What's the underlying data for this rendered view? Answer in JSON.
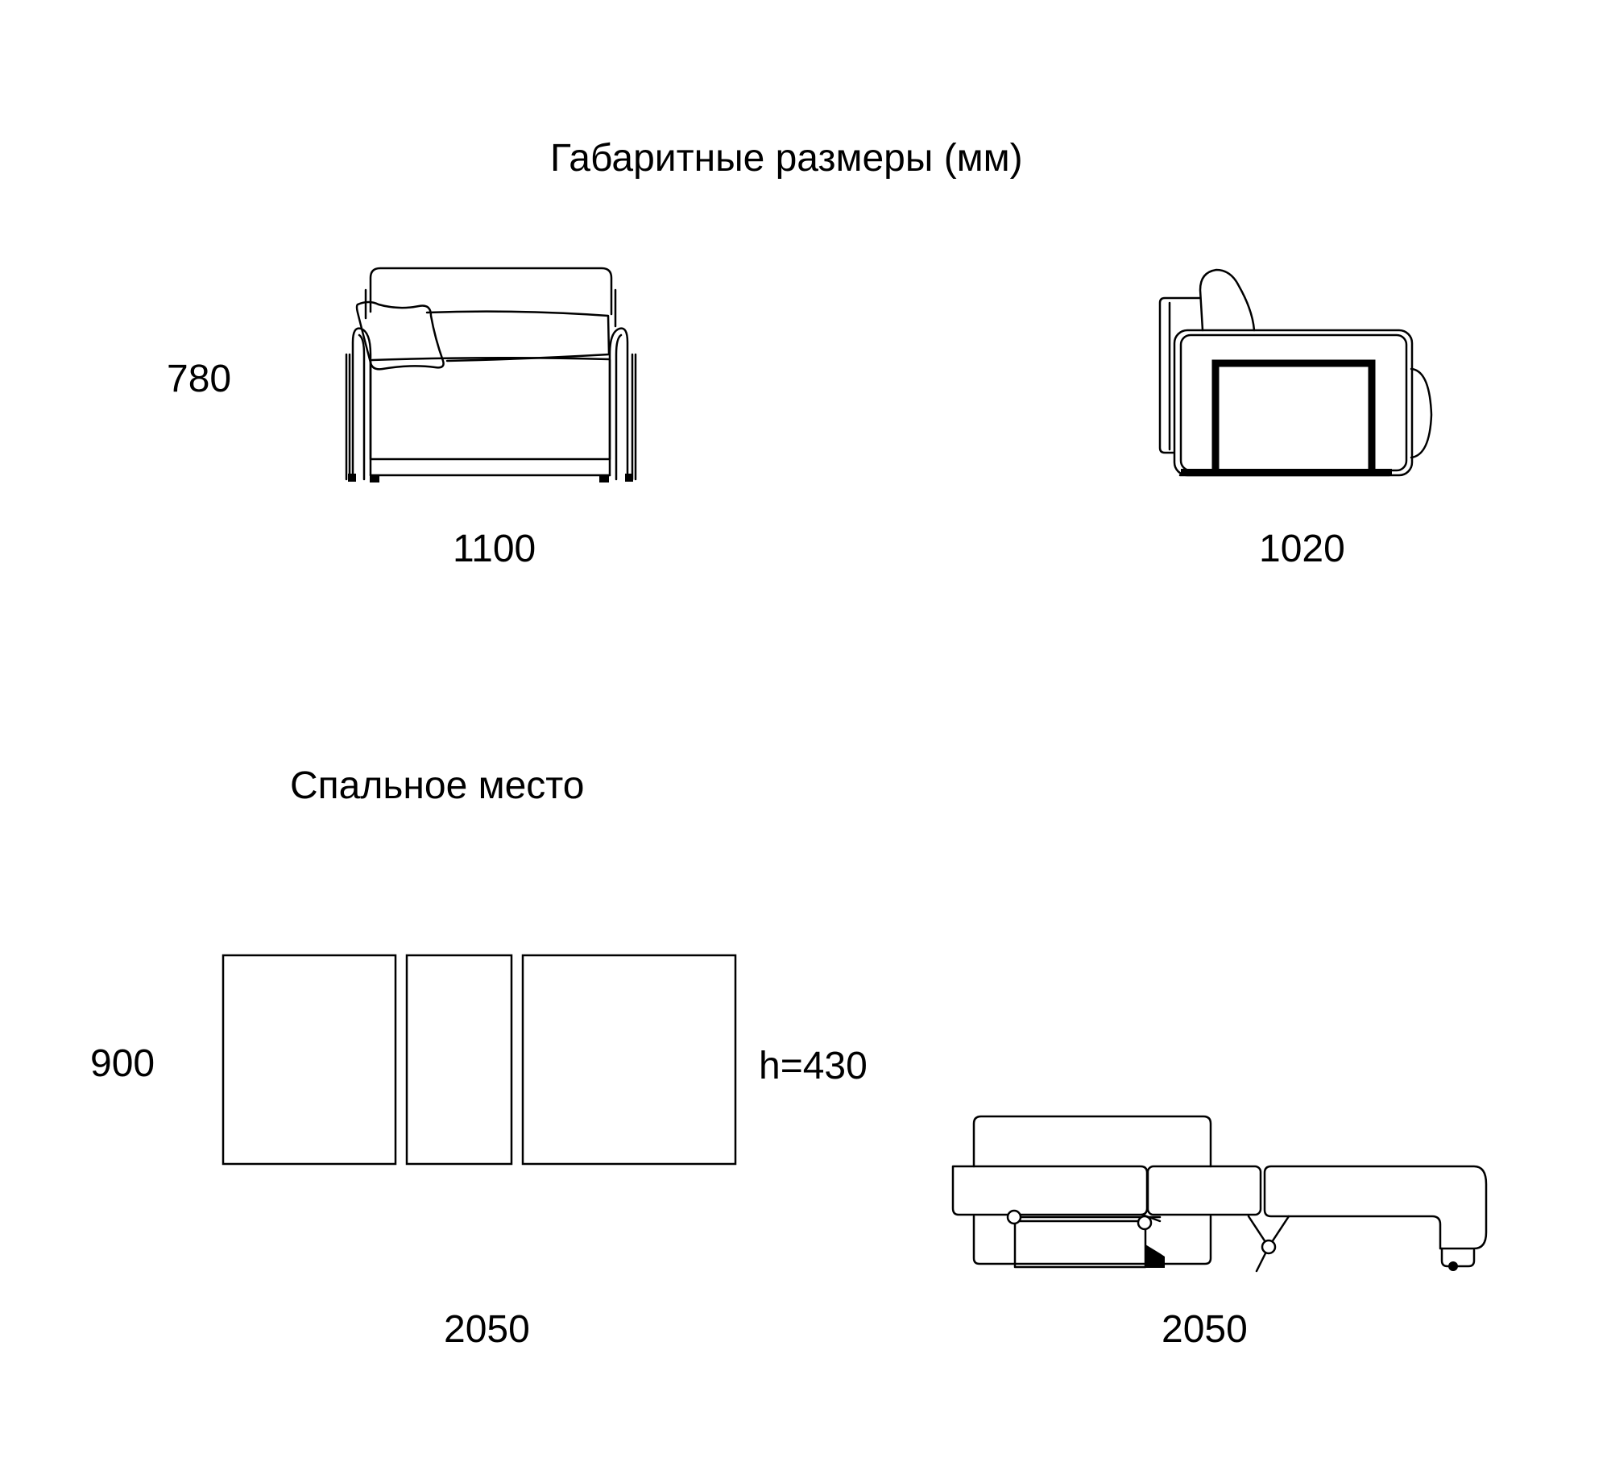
{
  "sections": {
    "overall": {
      "title": "Габаритные размеры (мм)",
      "height": "780",
      "front_width": "1100",
      "side_depth": "1020"
    },
    "sleeping": {
      "title": "Спальное место",
      "width": "900",
      "seat_height": "h=430",
      "length_top_view": "2050",
      "length_side_view": "2050"
    }
  },
  "colors": {
    "line": "#000000",
    "background": "#ffffff"
  }
}
